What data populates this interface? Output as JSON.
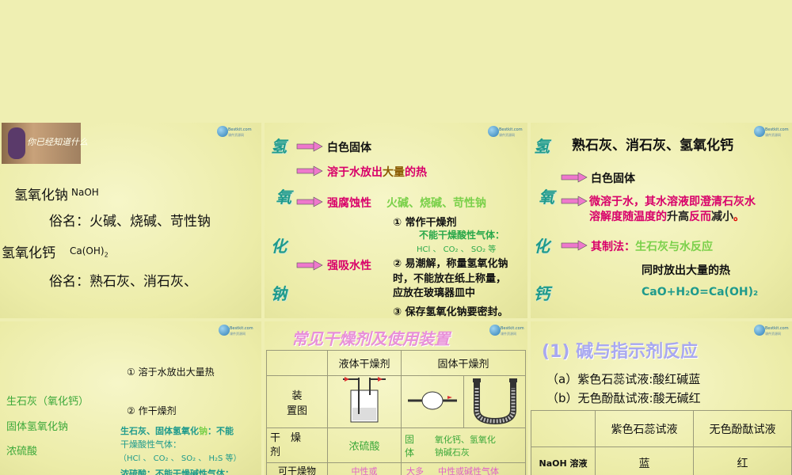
{
  "logo": {
    "line1": "Bestkit.com",
    "line2": "课件资源网"
  },
  "slide1": {
    "banner": "你已经知道什么",
    "naoh_name": "氢氧化钠",
    "naoh_formula": "NaOH",
    "naoh_alias": "俗名：火碱、烧碱、苛性钠",
    "caoh_name": "氢氧化钙",
    "caoh_formula_main": "Ca(OH)",
    "caoh_formula_sub": "2",
    "caoh_alias": "俗名：熟石灰、消石灰、"
  },
  "slide2": {
    "side_chars": [
      "氢",
      "氧",
      "化",
      "钠"
    ],
    "prop1": "白色固体",
    "prop2_a": "溶于水放出",
    "prop2_b": "大量",
    "prop2_c": "的热",
    "prop3": "强腐蚀性",
    "prop3_alias": "火碱、烧碱、苛性钠",
    "use1": "① 常作干燥剂",
    "use1_warn": "不能干燥酸性气体：",
    "use1_gases": "HCl 、 CO₂ 、 SO₂ 等",
    "prop4": "强吸水性",
    "use2_l1": "② 易潮解，称量氢氧化钠",
    "use2_l2": "时，不能放在纸上称量，",
    "use2_l3": "应放在玻璃器皿中",
    "use3": "③ 保存氢氧化钠要密封。"
  },
  "slide3": {
    "side_chars": [
      "氢",
      "氧",
      "化",
      "钙"
    ],
    "title": "熟石灰、消石灰、氢氧化钙",
    "prop1": "白色固体",
    "prop2_l1": "微溶于水，其水溶液即澄清石灰水",
    "prop2_l2a": "溶解度随温度的",
    "prop2_l2b": "升高",
    "prop2_l2c": "反而",
    "prop2_l2d": "减小",
    "prop2_l2e": "。",
    "make_label": "其制法：",
    "make_text": "生石灰与水反应",
    "heat": "同时放出大量的热",
    "equation": "CaO+H₂O=Ca(OH)₂"
  },
  "slide4": {
    "item1": "生石灰（氧化钙）",
    "item2": "固体氢氧化钠",
    "item3": "浓硫酸",
    "note1": "① 溶于水放出大量热",
    "note2": "② 作干燥剂",
    "note3_a": "生石灰、固体氢氧化",
    "note3_b": "钠",
    "note3_c": "：不能",
    "note3_l2": "干燥酸性气体：",
    "note3_l3": "（HCl 、 CO₂ 、 SO₂ 、 H₂S 等）",
    "note4": "浓硫酸：不能干燥碱性气体："
  },
  "slide5": {
    "title": "常见干燥剂及使用装置",
    "header_liquid": "液体干燥剂",
    "header_solid": "固体干燥剂",
    "row_device": "装　置图",
    "row_agent_l1": "干　燥",
    "row_agent_l2": "剂",
    "liquid_agent": "浓硫酸",
    "solid_label": "固体",
    "solid_agent": "氧化钙、氢氧化钠碱石灰",
    "row_gas": "可干燥物",
    "gas_liquid": "中性或",
    "gas_solid_a": "大多",
    "gas_solid_b": "中性或碱性气体"
  },
  "slide6": {
    "title": "(1) 碱与指示剂反应",
    "line_a": "（a）紫色石蕊试液:酸红碱蓝",
    "line_b": "（b）无色酚酞试液:酸无碱红",
    "col1": "紫色石蕊试液",
    "col2": "无色酚酞试液",
    "row1_label": "NaOH 溶液",
    "row1_c1": "蓝",
    "row1_c2": "红"
  }
}
